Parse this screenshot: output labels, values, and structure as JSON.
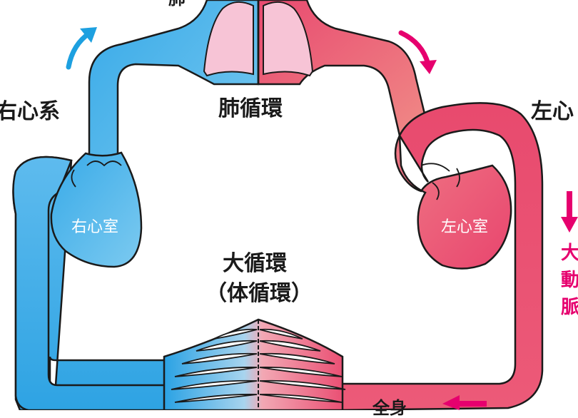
{
  "labels": {
    "lung_top": "肺",
    "pulmonary_circulation": "肺循環",
    "right_heart_system": "右心系",
    "left_heart_system": "左心",
    "right_ventricle": "右心室",
    "left_ventricle": "左心室",
    "systemic_circulation": "大循環",
    "systemic_alt": "（体循環）",
    "aorta": [
      "大",
      "動",
      "脈"
    ],
    "whole_body": "全身"
  },
  "colors": {
    "blue": "#3aa9e6",
    "blue_light": "#8fd0f3",
    "red": "#e8456e",
    "red_light": "#f08888",
    "lung_pink": "#f8c6d8",
    "arrow_blue": "#1da0e0",
    "arrow_magenta": "#e6006e",
    "outline": "#1a1a1a"
  }
}
